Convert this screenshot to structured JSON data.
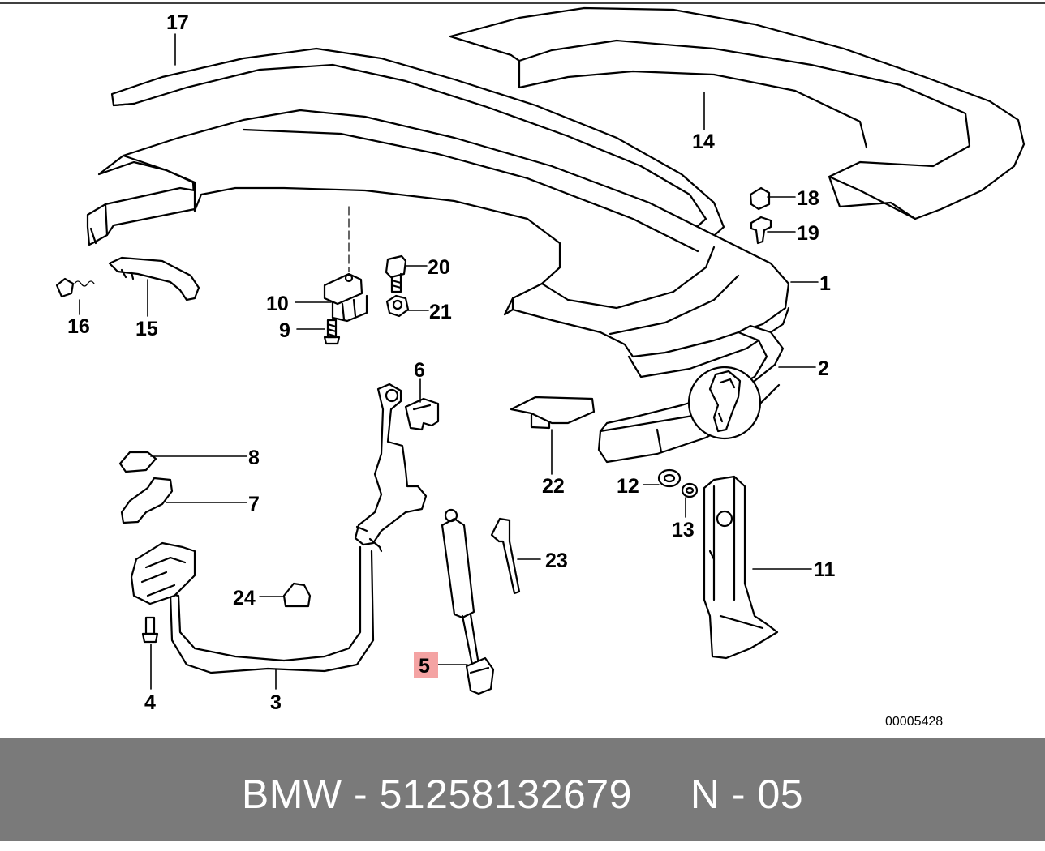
{
  "diagram": {
    "callouts": [
      "1",
      "2",
      "3",
      "4",
      "5",
      "6",
      "7",
      "8",
      "9",
      "10",
      "11",
      "12",
      "13",
      "14",
      "15",
      "16",
      "17",
      "18",
      "19",
      "20",
      "21",
      "22",
      "23",
      "24"
    ],
    "highlighted_callout": "5",
    "highlight_color": "#f4a3a3",
    "reference_number": "00005428"
  },
  "footer": {
    "brand": "BMW",
    "separator": "-",
    "part_number": "51258132679",
    "position": "N - 05",
    "background_color": "#7a7a7a"
  }
}
